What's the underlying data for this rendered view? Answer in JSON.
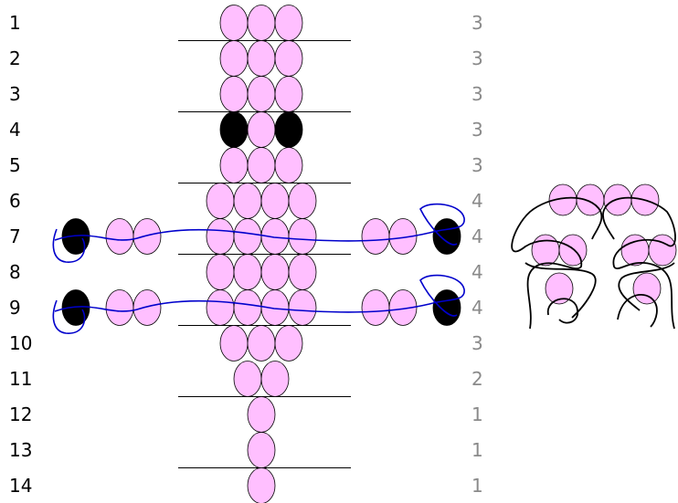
{
  "colors": {
    "bead_pink": "#ffbfff",
    "bead_black": "#000000",
    "bead_outline": "#000000",
    "divider": "#000000",
    "thread_blue": "#0000cc",
    "thread_black": "#000000",
    "row_number_text": "#000000",
    "bead_count_text": "#8a8a8a"
  },
  "rows": [
    {
      "number": "1",
      "count": "3",
      "beads": [
        "pink",
        "pink",
        "pink"
      ]
    },
    {
      "number": "2",
      "count": "3",
      "beads": [
        "pink",
        "pink",
        "pink"
      ]
    },
    {
      "number": "3",
      "count": "3",
      "beads": [
        "pink",
        "pink",
        "pink"
      ]
    },
    {
      "number": "4",
      "count": "3",
      "beads": [
        "black",
        "pink",
        "black"
      ]
    },
    {
      "number": "5",
      "count": "3",
      "beads": [
        "pink",
        "pink",
        "pink"
      ]
    },
    {
      "number": "6",
      "count": "4",
      "beads": [
        "pink",
        "pink",
        "pink",
        "pink"
      ]
    },
    {
      "number": "7",
      "count": "4",
      "beads": [
        "pink",
        "pink",
        "pink",
        "pink"
      ],
      "side_beads": {
        "outer": "black",
        "inner": [
          "pink",
          "pink"
        ]
      }
    },
    {
      "number": "8",
      "count": "4",
      "beads": [
        "pink",
        "pink",
        "pink",
        "pink"
      ]
    },
    {
      "number": "9",
      "count": "4",
      "beads": [
        "pink",
        "pink",
        "pink",
        "pink"
      ],
      "side_beads": {
        "outer": "black",
        "inner": [
          "pink",
          "pink"
        ]
      }
    },
    {
      "number": "10",
      "count": "3",
      "beads": [
        "pink",
        "pink",
        "pink"
      ]
    },
    {
      "number": "11",
      "count": "2",
      "beads": [
        "pink",
        "pink"
      ]
    },
    {
      "number": "12",
      "count": "1",
      "beads": [
        "pink"
      ]
    },
    {
      "number": "13",
      "count": "1",
      "beads": [
        "pink"
      ]
    },
    {
      "number": "14",
      "count": "1",
      "beads": [
        "pink"
      ]
    }
  ],
  "divider_after_rows": [
    "1",
    "3",
    "5",
    "7",
    "9",
    "11",
    "13"
  ],
  "detail_illustration": {
    "top_row_beads": [
      "pink",
      "pink",
      "pink",
      "pink"
    ],
    "side_pairs": [
      "pink",
      "pink"
    ],
    "lower_single": "pink"
  }
}
